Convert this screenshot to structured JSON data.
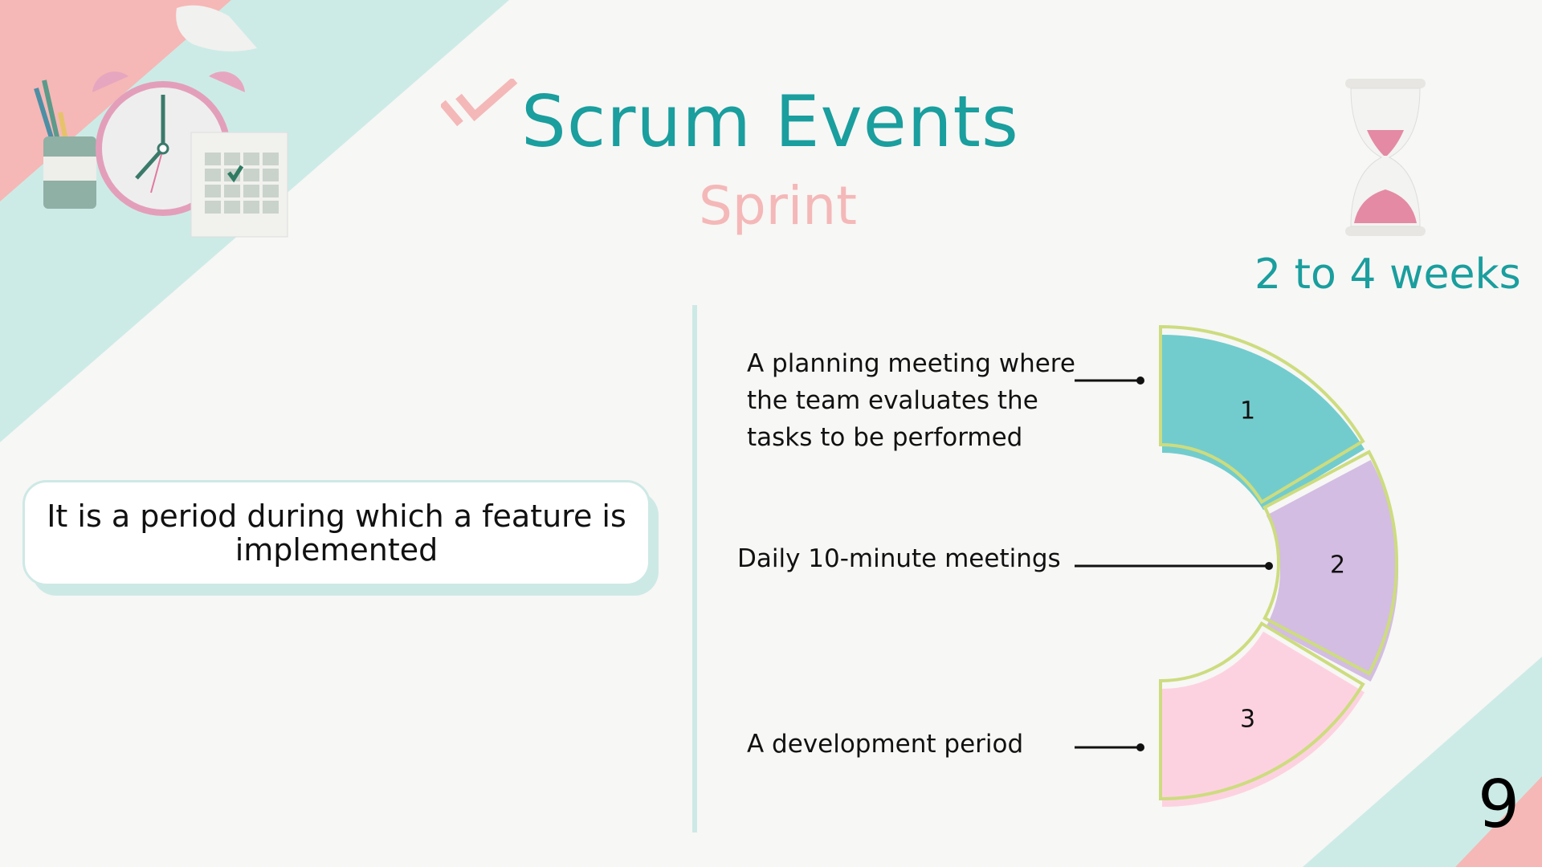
{
  "header": {
    "title": "Scrum Events",
    "subtitle": "Sprint",
    "duration": "2 to 4 weeks"
  },
  "definition": "It is a period during which a feature is implemented",
  "steps": [
    {
      "number": "1",
      "label": "A planning meeting where the team evaluates the tasks to be performed",
      "color": "#72cccd"
    },
    {
      "number": "2",
      "label": "Daily 10-minute meetings",
      "color": "#d3bde2"
    },
    {
      "number": "3",
      "label": "A development period",
      "color": "#fdd2e0"
    }
  ],
  "page_number": "9",
  "colors": {
    "accent": "#1a9e9e",
    "pink": "#f4b8b8",
    "mint": "#cde9e5",
    "outline": "#cddc7f"
  }
}
